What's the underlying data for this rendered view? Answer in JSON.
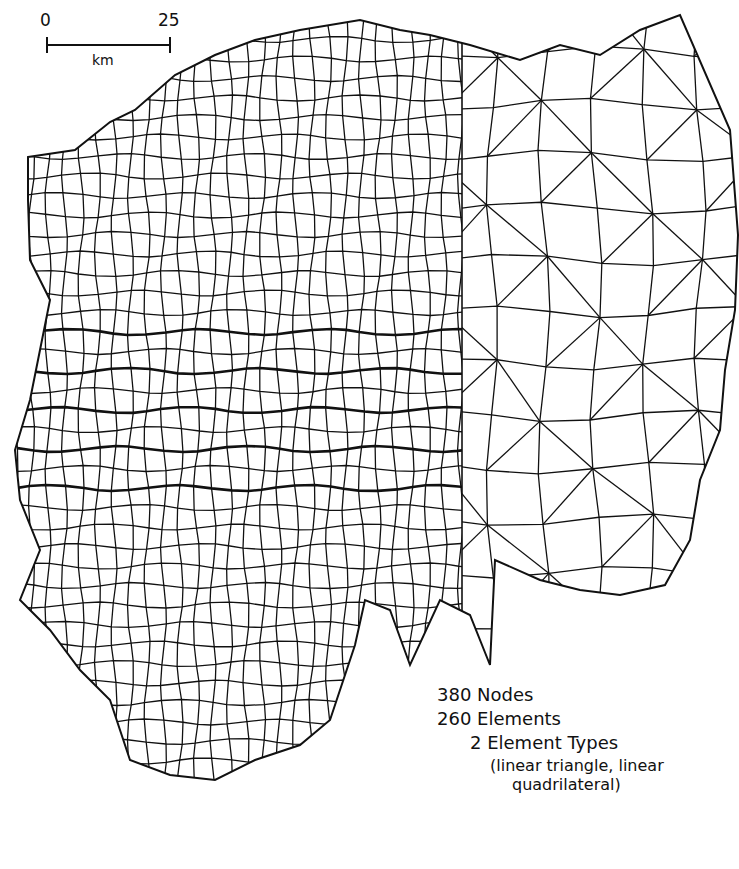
{
  "diagram": {
    "labels": [
      "0",
      "25",
      "km",
      "380 Nodes",
      "260 Elements",
      "2 Element Types",
      "(linear triangle, linear quadrilateral)"
    ]
  }
}
